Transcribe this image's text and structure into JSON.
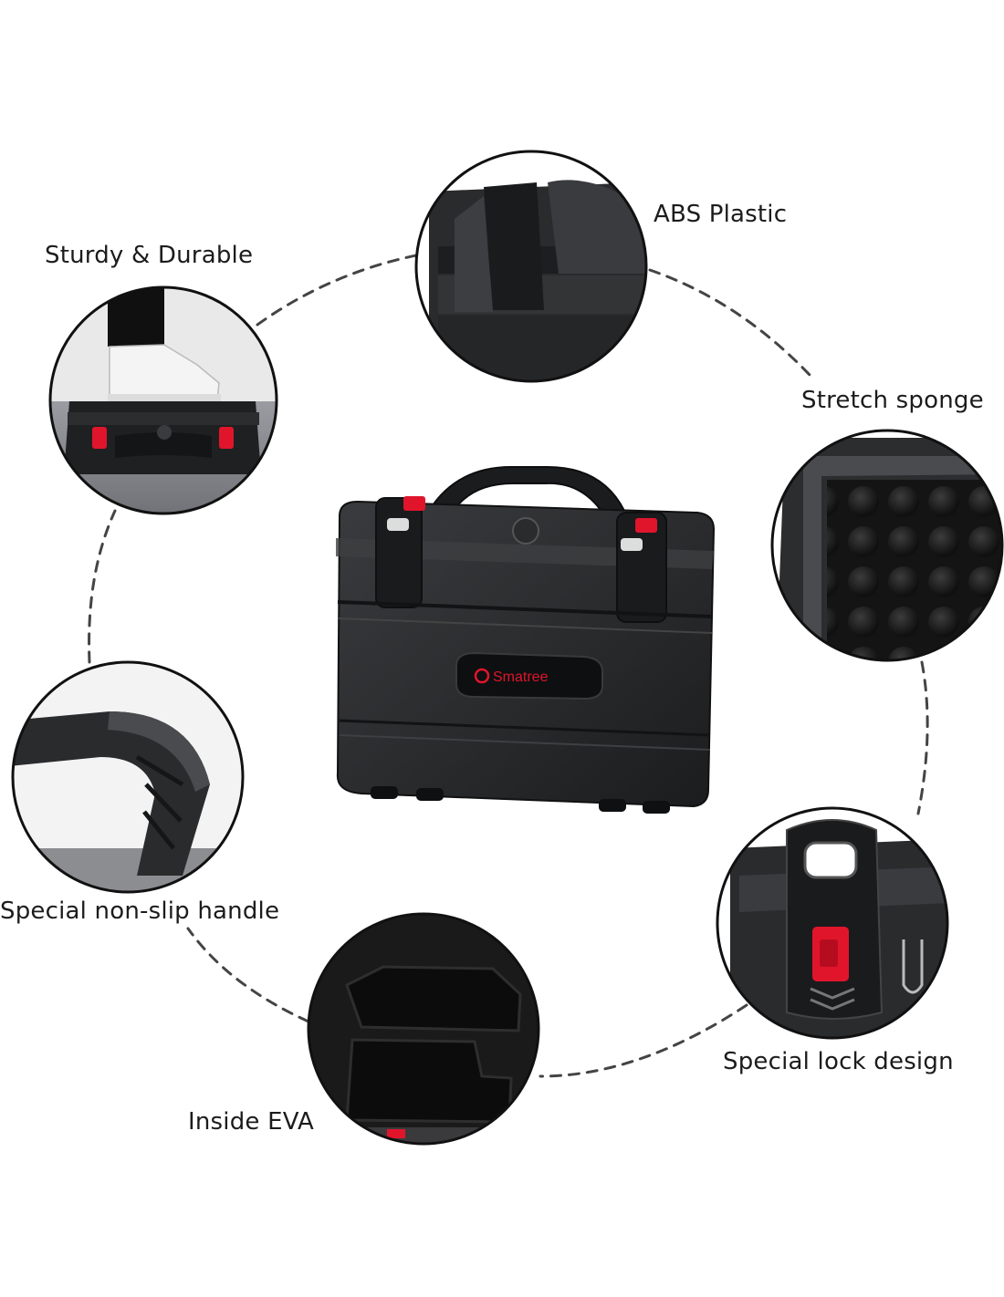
{
  "labels": {
    "abs_plastic": "ABS Plastic",
    "sturdy_durable": "Sturdy & Durable",
    "stretch_sponge": "Stretch sponge",
    "non_slip_handle": "Special non-slip handle",
    "lock_design": "Special lock design",
    "inside_eva": "Inside EVA"
  },
  "product": {
    "brand_badge": "Smatree"
  },
  "colors": {
    "case_body": "#2b2c2e",
    "case_edge": "#141516",
    "latch_red": "#e0152b",
    "ring": "#111111",
    "dashes": "#444444",
    "floor": "#7a7b80",
    "foam": "#1e1e1e"
  }
}
